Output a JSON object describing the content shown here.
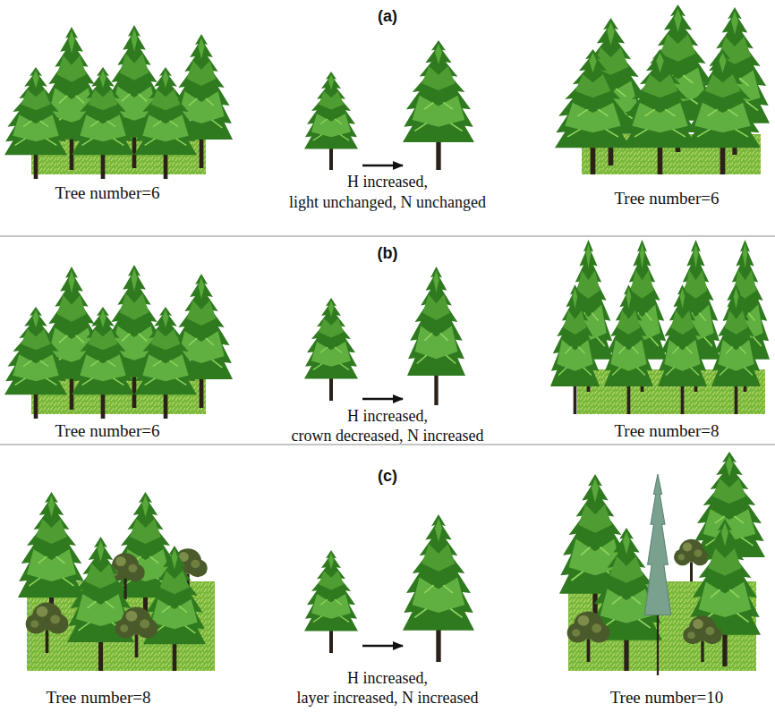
{
  "diagram": {
    "labels": [
      "(a)",
      "Tree number=6",
      "H increased,",
      "light unchanged, N unchanged",
      "Tree number=6",
      "(b)",
      "Tree number=6",
      "H increased,",
      "crown decreased, N increased",
      "Tree number=8",
      "(c)",
      "Tree number=8",
      "H increased,",
      "layer increased, N increased",
      "Tree number=10"
    ]
  }
}
